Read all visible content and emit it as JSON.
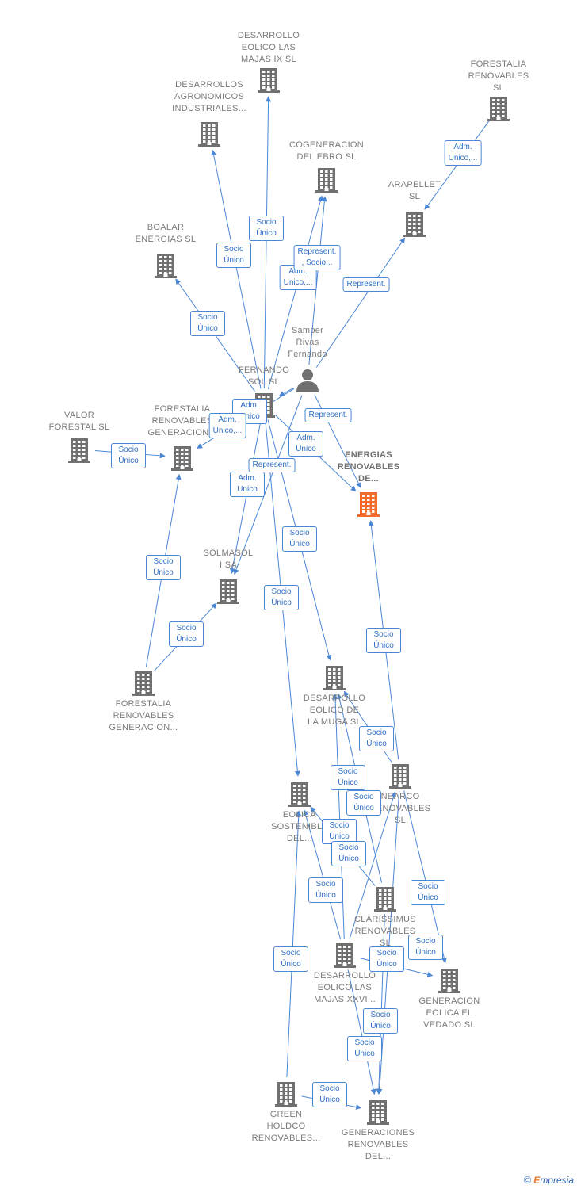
{
  "colors": {
    "node": "#707070",
    "focus": "#f26a2c",
    "edge": "#4a86d4",
    "label_text": "#2f6fc4"
  },
  "nodes": [
    {
      "id": "majas9",
      "label": "DESARROLLO\nEOLICO LAS\nMAJAS IX  SL",
      "type": "company"
    },
    {
      "id": "agronomicos",
      "label": "DESARROLLOS\nAGRONOMICOS\nINDUSTRIALES...",
      "type": "company"
    },
    {
      "id": "forestalia_sl",
      "label": "FORESTALIA\nRENOVABLES\nSL",
      "type": "company"
    },
    {
      "id": "cogeneracion",
      "label": "COGENERACION\nDEL EBRO  SL",
      "type": "company"
    },
    {
      "id": "arapellet",
      "label": "ARAPELLET\nSL",
      "type": "company"
    },
    {
      "id": "boalar",
      "label": "BOALAR\nENERGIAS  SL",
      "type": "company"
    },
    {
      "id": "samper",
      "label": "Samper\nRivas\nFernando",
      "type": "person"
    },
    {
      "id": "fernando_sol",
      "label": "FERNANDO\nSOL SL",
      "type": "company"
    },
    {
      "id": "valor_forestal",
      "label": "VALOR\nFORESTAL SL",
      "type": "company"
    },
    {
      "id": "forestalia_gen1",
      "label": "FORESTALIA\nRENOVABLES\nGENERACION...",
      "type": "company"
    },
    {
      "id": "energias_renovables",
      "label": "ENERGIAS\nRENOVABLES\nDE...",
      "type": "focus"
    },
    {
      "id": "solmasol",
      "label": "SOLMASOL\nI SA",
      "type": "company"
    },
    {
      "id": "forestalia_gen2",
      "label": "FORESTALIA\nRENOVABLES\nGENERACION...",
      "type": "company"
    },
    {
      "id": "muga",
      "label": "DESARROLLO\nEOLICO DE\nLA MUGA SL",
      "type": "company"
    },
    {
      "id": "nearco",
      "label": "NEARCO\nRENOVABLES\nSL",
      "type": "company"
    },
    {
      "id": "eolica_sostenible",
      "label": "EOLICA\nSOSTENIBLE\nDEL...",
      "type": "company"
    },
    {
      "id": "clarissimus",
      "label": "CLARISSIMUS\nRENOVABLES\nSL",
      "type": "company"
    },
    {
      "id": "majas26",
      "label": "DESARROLLO\nEOLICO LAS\nMAJAS XXVI...",
      "type": "company"
    },
    {
      "id": "vedado",
      "label": "GENERACION\nEOLICA EL\nVEDADO SL",
      "type": "company"
    },
    {
      "id": "green_holdco",
      "label": "GREEN\nHOLDCO\nRENOVABLES...",
      "type": "company"
    },
    {
      "id": "generaciones",
      "label": "GENERACIONES\nRENOVABLES\nDEL...",
      "type": "company"
    }
  ],
  "edges": [
    {
      "from": "fernando_sol",
      "to": "majas9",
      "label": "Socio\nÚnico"
    },
    {
      "from": "fernando_sol",
      "to": "agronomicos",
      "label": "Socio\nÚnico"
    },
    {
      "from": "fernando_sol",
      "to": "cogeneracion",
      "label": "Adm.\nUnico,..."
    },
    {
      "from": "samper",
      "to": "cogeneracion",
      "label": "Represent.\n, Socio..."
    },
    {
      "from": "forestalia_sl",
      "to": "arapellet",
      "label": "Adm.\nUnico,..."
    },
    {
      "from": "samper",
      "to": "arapellet",
      "label": "Represent."
    },
    {
      "from": "fernando_sol",
      "to": "boalar",
      "label": "Socio\nÚnico"
    },
    {
      "from": "samper",
      "to": "fernando_sol",
      "label": "Adm.\nUnico"
    },
    {
      "from": "samper",
      "to": "energias_renovables",
      "label": "Represent."
    },
    {
      "from": "fernando_sol",
      "to": "energias_renovables",
      "label": "Adm.\nUnico"
    },
    {
      "from": "samper",
      "to": "forestalia_gen1",
      "label": "Adm.\nUnico,..."
    },
    {
      "from": "valor_forestal",
      "to": "forestalia_gen1",
      "label": "Socio\nÚnico"
    },
    {
      "from": "samper",
      "to": "solmasol",
      "label": "Represent."
    },
    {
      "from": "fernando_sol",
      "to": "solmasol",
      "label": "Adm.\nUnico"
    },
    {
      "from": "forestalia_gen2",
      "to": "forestalia_gen1",
      "label": "Socio\nÚnico"
    },
    {
      "from": "forestalia_gen2",
      "to": "solmasol",
      "label": "Socio\nÚnico"
    },
    {
      "from": "fernando_sol",
      "to": "muga",
      "label": "Socio\nÚnico"
    },
    {
      "from": "fernando_sol",
      "to": "eolica_sostenible",
      "label": "Socio\nÚnico"
    },
    {
      "from": "nearco",
      "to": "energias_renovables",
      "label": "Socio\nÚnico"
    },
    {
      "from": "nearco",
      "to": "muga",
      "label": "Socio\nÚnico"
    },
    {
      "from": "clarissimus",
      "to": "muga",
      "label": "Socio\nÚnico"
    },
    {
      "from": "majas26",
      "to": "muga",
      "label": "Socio\nÚnico"
    },
    {
      "from": "majas26",
      "to": "nearco",
      "label": "Socio\nÚnico"
    },
    {
      "from": "clarissimus",
      "to": "eolica_sostenible",
      "label": "Socio\nÚnico"
    },
    {
      "from": "majas26",
      "to": "eolica_sostenible",
      "label": "Socio\nÚnico"
    },
    {
      "from": "nearco",
      "to": "vedado",
      "label": "Socio\nÚnico"
    },
    {
      "from": "majas26",
      "to": "vedado",
      "label": "Socio\nÚnico"
    },
    {
      "from": "clarissimus",
      "to": "generaciones",
      "label": "Socio\nÚnico"
    },
    {
      "from": "majas26",
      "to": "generaciones",
      "label": "Socio\nÚnico"
    },
    {
      "from": "nearco",
      "to": "generaciones",
      "label": "Socio\nÚnico"
    },
    {
      "from": "green_holdco",
      "to": "eolica_sostenible",
      "label": "Socio\nÚnico"
    },
    {
      "from": "green_holdco",
      "to": "generaciones",
      "label": "Socio\nÚnico"
    }
  ],
  "brand": {
    "copyright": "©",
    "first_letter": "E",
    "rest": "mpresia"
  }
}
